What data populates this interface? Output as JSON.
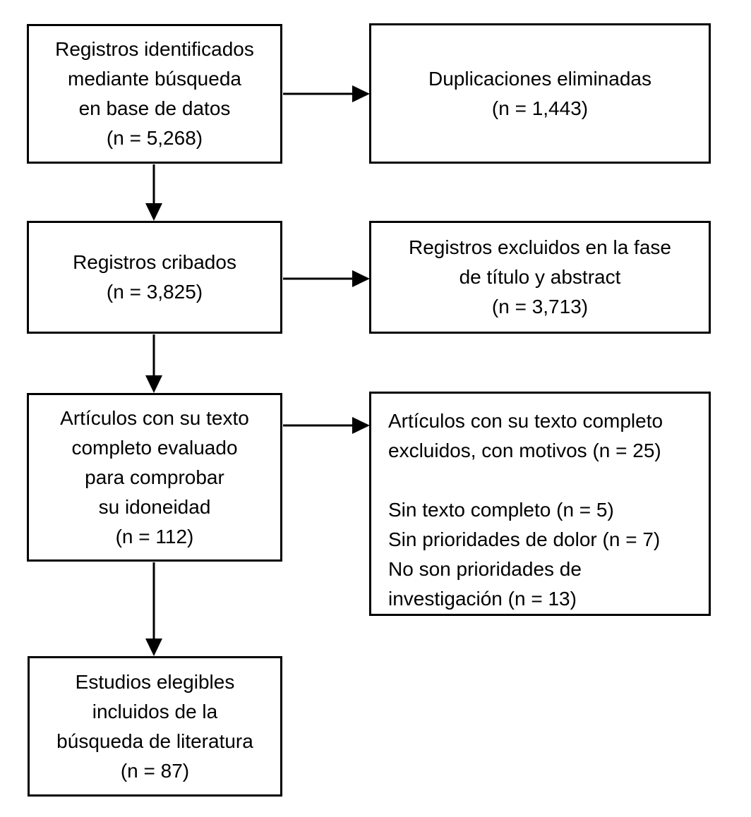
{
  "diagram": {
    "type": "flowchart",
    "language": "es",
    "colors": {
      "border": "#000000",
      "background": "#ffffff",
      "text": "#000000"
    },
    "boxes": {
      "identified": {
        "text": "Registros identificados\nmediante búsqueda\nen base de datos\n(n = 5,268)",
        "n": 5268
      },
      "duplicates": {
        "text": "Duplicaciones eliminadas\n(n = 1,443)",
        "n": 1443
      },
      "screened": {
        "text": "Registros cribados\n(n = 3,825)",
        "n": 3825
      },
      "excluded_title_abstract": {
        "text": "Registros excluidos en la fase\nde título y abstract\n(n = 3,713)",
        "n": 3713
      },
      "fulltext_assessed": {
        "text": "Artículos con su texto\ncompleto evaluado\npara comprobar\nsu idoneidad\n(n = 112)",
        "n": 112
      },
      "fulltext_excluded": {
        "text": "Artículos con su texto completo\nexcluidos, con motivos (n = 25)\n\nSin texto completo (n = 5)\nSin prioridades de dolor (n = 7)\nNo son prioridades de\ninvestigación (n = 13)",
        "n": 25,
        "reasons": [
          {
            "label": "Sin texto completo",
            "n": 5
          },
          {
            "label": "Sin prioridades de dolor",
            "n": 7
          },
          {
            "label": "No son prioridades de investigación",
            "n": 13
          }
        ]
      },
      "included": {
        "text": "Estudios elegibles\nincluidos de la\nbúsqueda de literatura\n(n = 87)",
        "n": 87
      }
    }
  }
}
